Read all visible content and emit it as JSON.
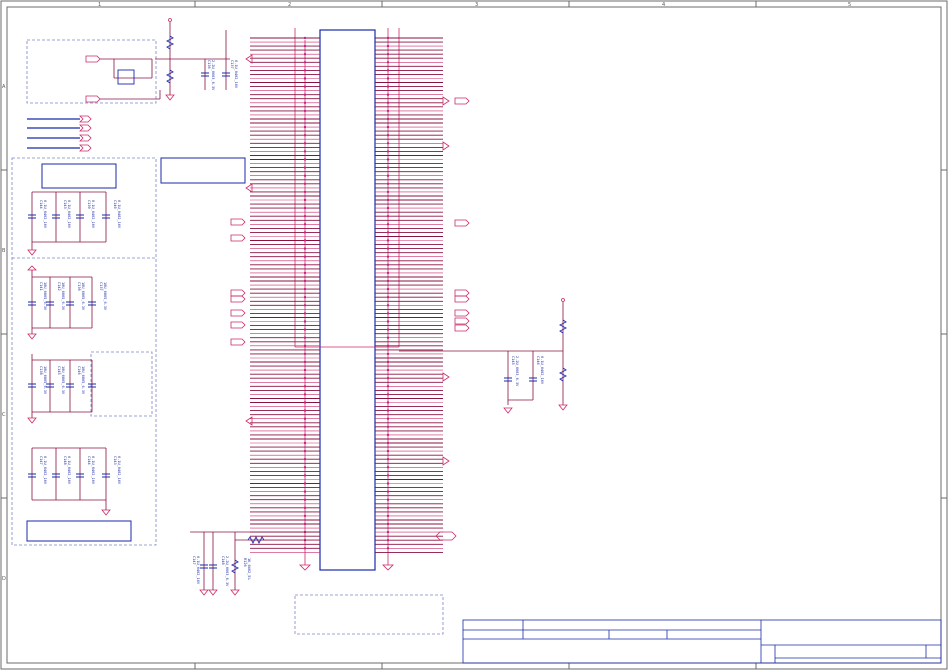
{
  "colors": {
    "border": "#6b6b6b",
    "wire": "#8a1040",
    "net": "#cc2a6a",
    "chip": "#1a2aa8",
    "dashed": "#7a86c8",
    "junction": "#d01c8b",
    "part": "#1a2aa8",
    "text": "#1a2aa8"
  },
  "border_columns": [
    "1",
    "2",
    "3",
    "4",
    "5"
  ],
  "border_rows": [
    "A",
    "B",
    "C",
    "D"
  ],
  "cap_labels": {
    "c1": "C144",
    "c2": "C143",
    "c3": "C139",
    "c4": "C140",
    "c5": "C141",
    "c6": "C142",
    "c7": "C136",
    "c8": "C137",
    "c9": "C138",
    "c10": "C145",
    "c11": "C146",
    "c12": "C147",
    "c13": "C148"
  },
  "cap_values": {
    "v1": "0.1U_0402_16V",
    "v2": "2.2U_0603_6.3V",
    "v3": "10U_0805_6.3V",
    "v4": "0.1U_0402_10V"
  },
  "resistor_labels": {
    "r1": "R126",
    "r2": "1K_0402_5%"
  }
}
